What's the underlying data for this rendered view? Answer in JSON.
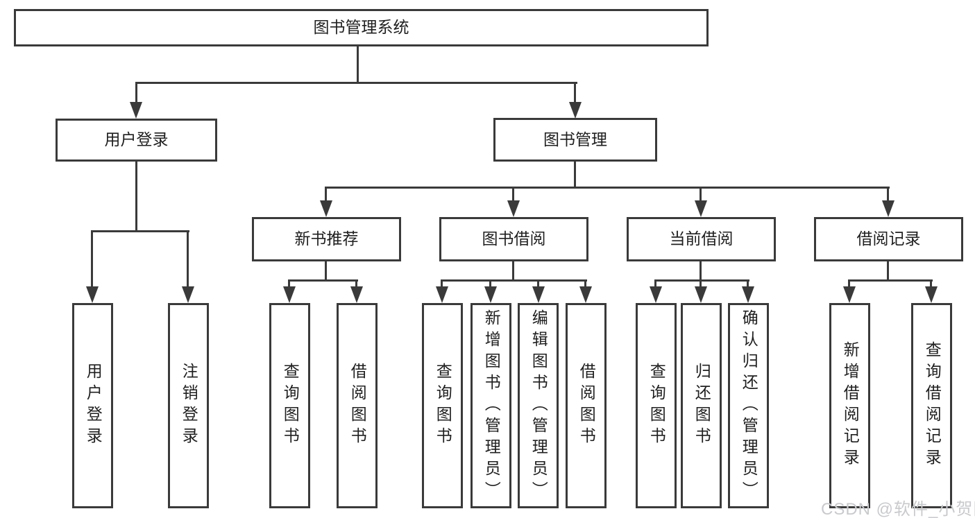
{
  "tree": {
    "label": "图书管理系统",
    "children": [
      {
        "label": "用户登录",
        "children": [
          {
            "label": "用户登录"
          },
          {
            "label": "注销登录"
          }
        ]
      },
      {
        "label": "图书管理",
        "children": [
          {
            "label": "新书推荐",
            "children": [
              {
                "label": "查询图书"
              },
              {
                "label": "借阅图书"
              }
            ]
          },
          {
            "label": "图书借阅",
            "children": [
              {
                "label": "查询图书"
              },
              {
                "label": "新增图书（管理员）"
              },
              {
                "label": "编辑图书（管理员）"
              },
              {
                "label": "借阅图书"
              }
            ]
          },
          {
            "label": "当前借阅",
            "children": [
              {
                "label": "查询图书"
              },
              {
                "label": "归还图书"
              },
              {
                "label": "确认归还（管理员）"
              }
            ]
          },
          {
            "label": "借阅记录",
            "children": [
              {
                "label": "新增借阅记录"
              },
              {
                "label": "查询借阅记录"
              }
            ]
          }
        ]
      }
    ]
  },
  "watermark": {
    "text": "CSDN @软件_小贺同学"
  },
  "colors": {
    "line": "#3a3a3a",
    "text": "#1f1f1f",
    "background": "#ffffff",
    "watermark": "#c9cacd"
  }
}
